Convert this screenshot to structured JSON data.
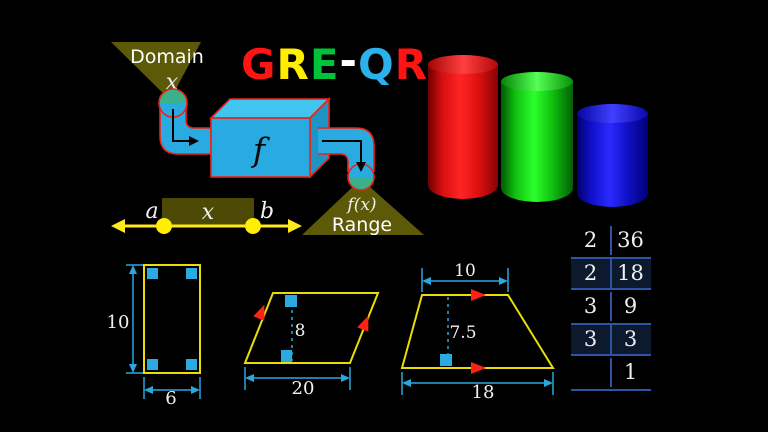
{
  "title": {
    "text": "GRE-QR",
    "letters": [
      {
        "ch": "G",
        "color": "#ff1414"
      },
      {
        "ch": "R",
        "color": "#ffee00"
      },
      {
        "ch": "E",
        "color": "#00c33a"
      },
      {
        "ch": "-",
        "color": "#ffffff"
      },
      {
        "ch": "Q",
        "color": "#2bb2ea"
      },
      {
        "ch": "R",
        "color": "#ff1414"
      }
    ]
  },
  "function_machine": {
    "domain_label": "Domain",
    "input_var": "x",
    "function_label": "f",
    "output_var": "f(x)",
    "range_label": "Range"
  },
  "number_line": {
    "left_endpoint": "a",
    "segment_var": "x",
    "right_endpoint": "b"
  },
  "cylinder_chart": {
    "type": "3d-cylinder-bars",
    "bars": [
      {
        "color_name": "red",
        "color": "#ff2424",
        "relative_height": "tall"
      },
      {
        "color_name": "green",
        "color": "#2cff2c",
        "relative_height": "medium"
      },
      {
        "color_name": "blue",
        "color": "#2a2aff",
        "relative_height": "short"
      }
    ]
  },
  "shapes": {
    "rectangle": {
      "side_label": "10",
      "base_label": "6"
    },
    "parallelogram": {
      "height_label": "8",
      "base_label": "20"
    },
    "trapezoid": {
      "top_label": "10",
      "height_label": "7.5",
      "base_label": "18"
    }
  },
  "factor_ladder": {
    "rows": [
      {
        "divisor": "2",
        "quotient": "36",
        "highlighted": false
      },
      {
        "divisor": "2",
        "quotient": "18",
        "highlighted": true
      },
      {
        "divisor": "3",
        "quotient": "9",
        "highlighted": false
      },
      {
        "divisor": "3",
        "quotient": "3",
        "highlighted": true
      },
      {
        "divisor": "",
        "quotient": "1",
        "highlighted": false
      }
    ]
  },
  "colors": {
    "background": "#000000",
    "funnel_olive": "#5c5a08",
    "segment_olive": "#4c4a04",
    "pipe_blue": "#29abe2",
    "pipe_outline_red": "#ee2211",
    "teal_opening": "#3ab08b",
    "dimension_blue": "#2ba7df",
    "shape_yellow": "#e8dc0b",
    "number_line_yellow": "#ffe91c",
    "parallel_mark_red": "#ff2016",
    "table_line_blue": "#2e55a0",
    "table_highlight_bg": "#0d1a2d"
  }
}
